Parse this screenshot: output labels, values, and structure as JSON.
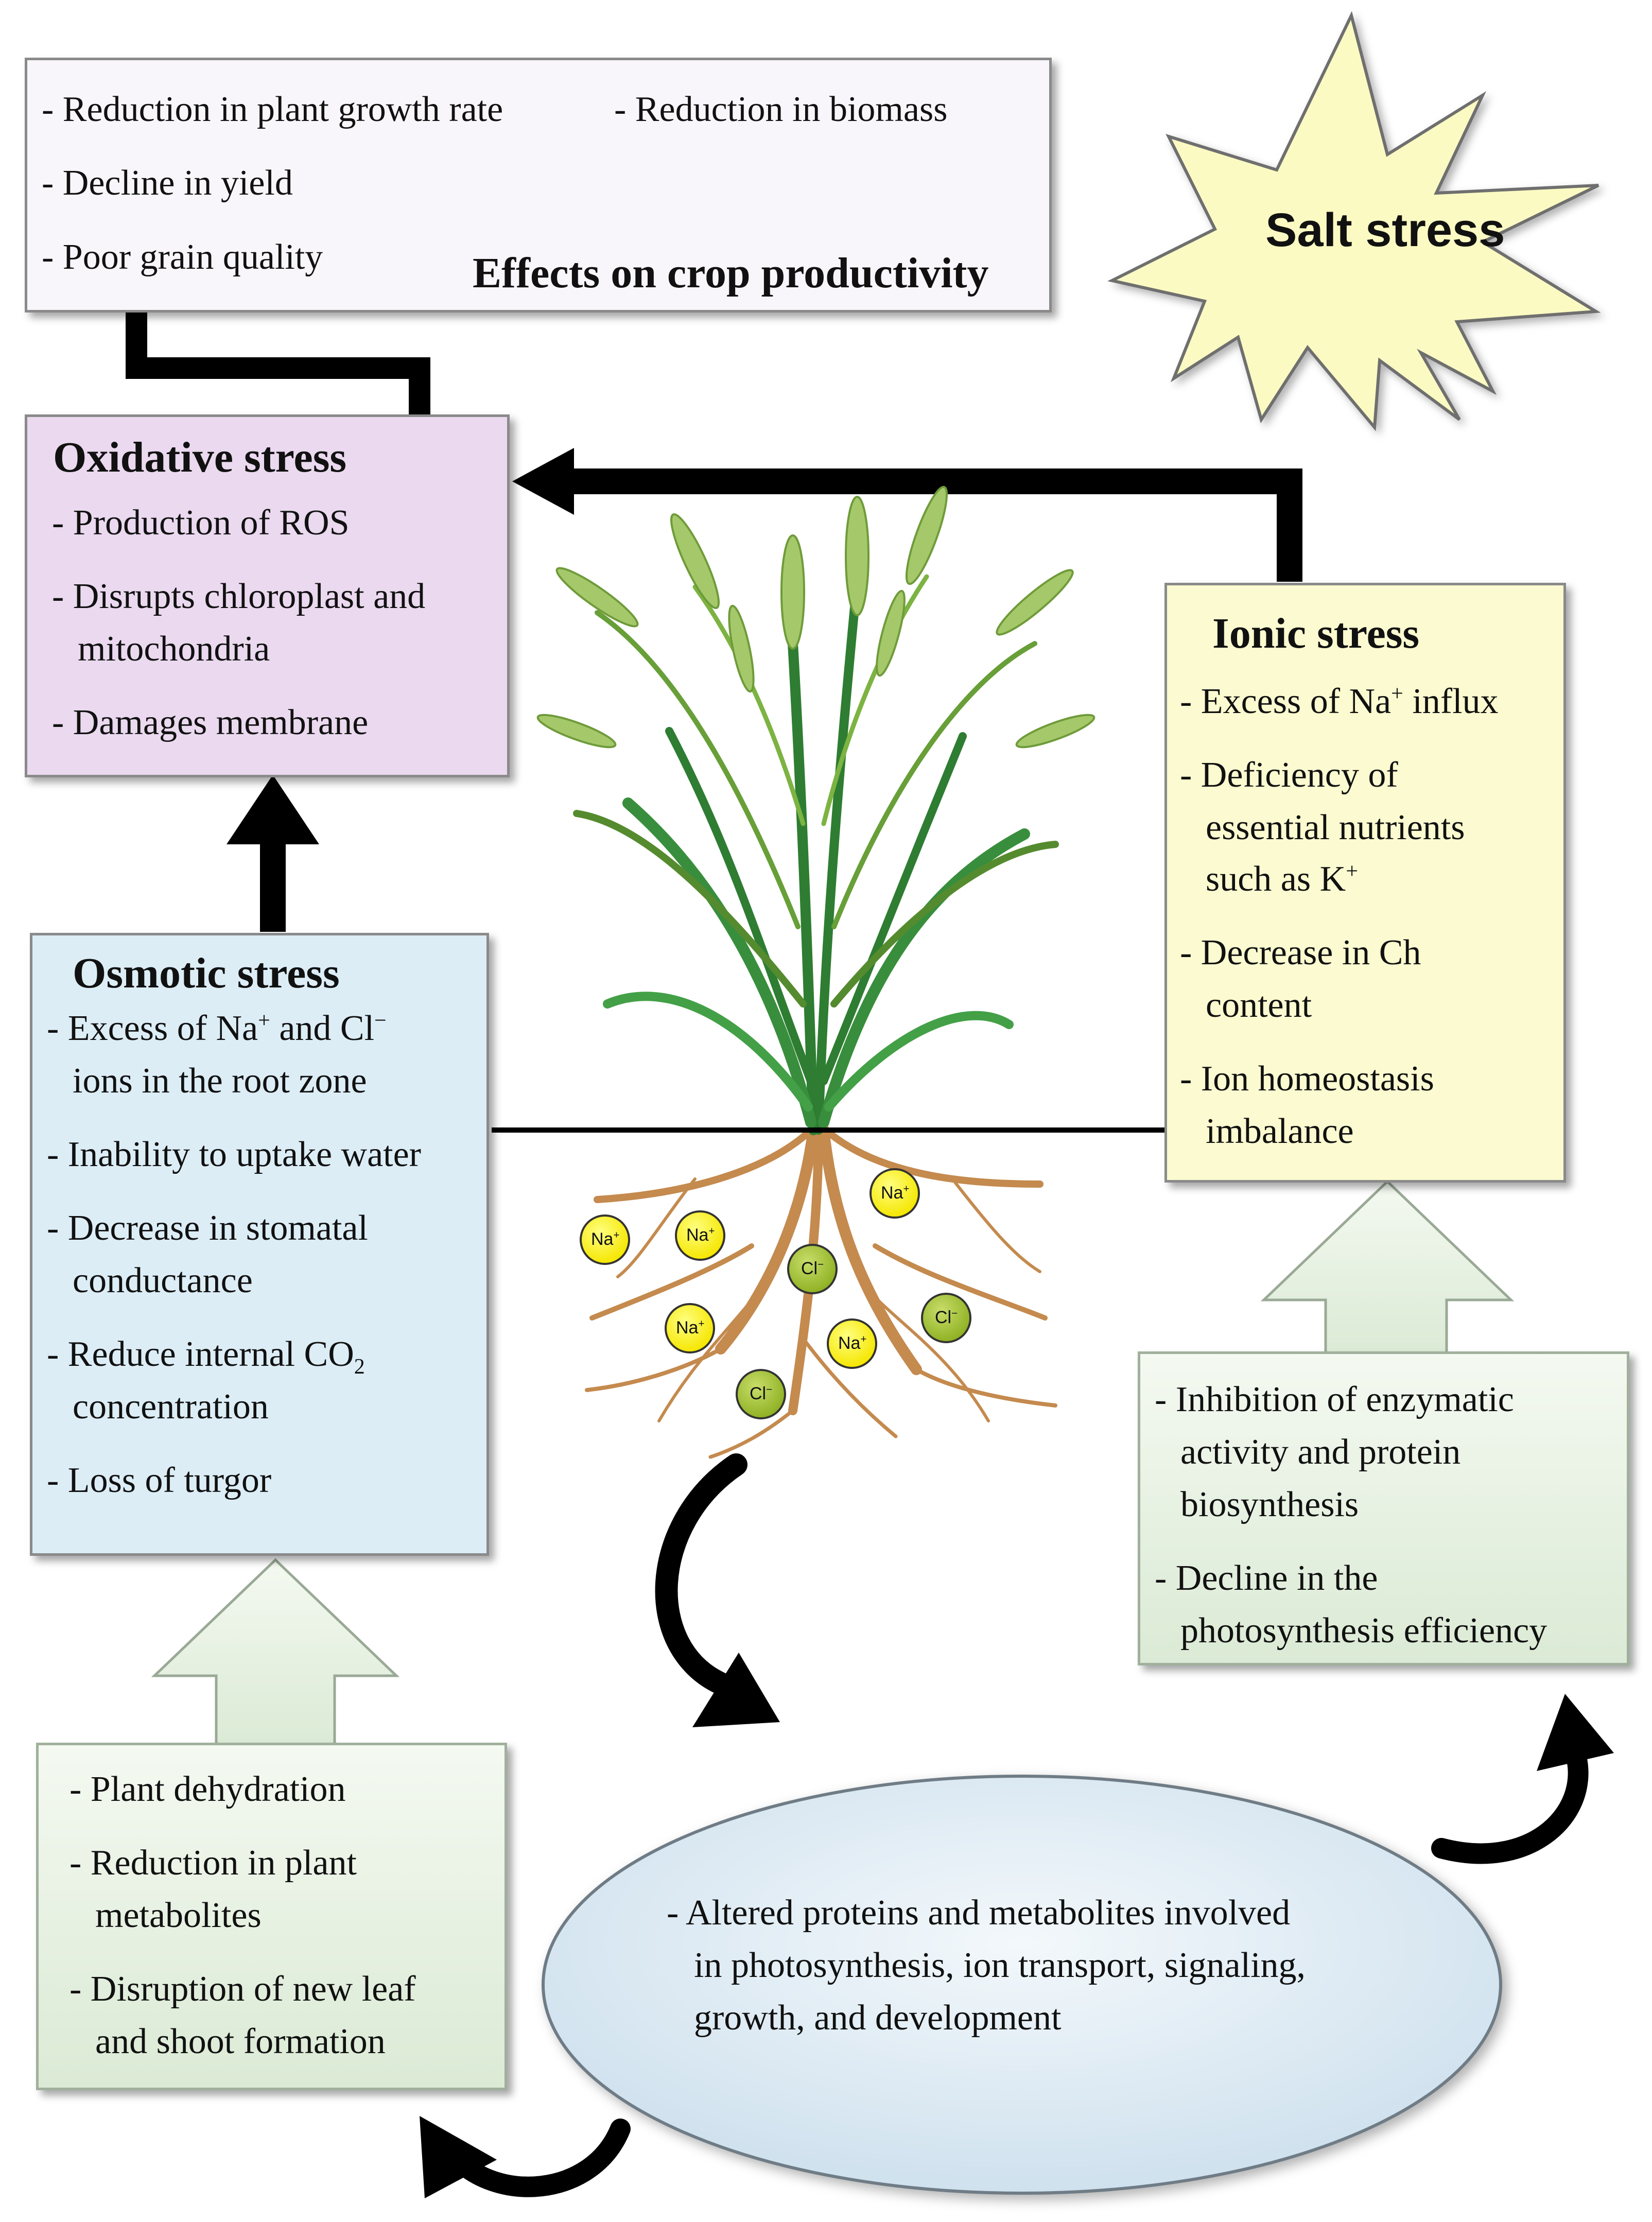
{
  "salt": {
    "label": "Salt stress"
  },
  "productivity": {
    "title": "Effects on crop productivity",
    "items": [
      "- Reduction in plant growth rate",
      "- Reduction in biomass",
      "- Decline in yield",
      "- Poor grain quality"
    ]
  },
  "oxidative": {
    "title": "Oxidative stress",
    "lines": [
      "- Production of ROS",
      "- Disrupts chloroplast and",
      "mitochondria",
      "- Damages membrane"
    ]
  },
  "ionic": {
    "title": "Ionic stress",
    "lines": [
      "- Excess of Na",
      "+",
      " influx",
      "- Deficiency of",
      "essential nutrients",
      "such as K",
      "+",
      "- Decrease in Ch",
      "content",
      "- Ion homeostasis",
      "imbalance"
    ]
  },
  "osmotic": {
    "title": "Osmotic stress",
    "lines": [
      "- Excess of Na",
      "+",
      " and Cl",
      "−",
      "ions in the root zone",
      "- Inability to uptake water",
      "- Decrease in stomatal",
      "conductance",
      "- Reduce internal CO",
      "2",
      "concentration",
      "- Loss of turgor"
    ]
  },
  "enzymatic": {
    "lines": [
      "- Inhibition of enzymatic",
      "activity and protein",
      "biosynthesis",
      "- Decline in the",
      "photosynthesis efficiency"
    ]
  },
  "dehydration": {
    "lines": [
      "- Plant dehydration",
      "- Reduction in plant",
      "metabolites",
      "- Disruption of new leaf",
      "and shoot formation"
    ]
  },
  "altered": {
    "lines": [
      "- Altered proteins and metabolites involved",
      "in photosynthesis, ion transport, signaling,",
      "growth, and development"
    ]
  },
  "ions": {
    "na": "Na",
    "cl": "Cl",
    "plus": "+",
    "minus": "−"
  },
  "colors": {
    "productivity": "#f8f6fa",
    "oxidative": "#ead9ef",
    "ionic": "#fbfad0",
    "osmotic": "#dcedf6",
    "green_box": "#e3efde",
    "ellipse": "#e2eef6",
    "star": "#fafac2",
    "na_ion": "#fff200",
    "cl_ion": "#9cbf2a"
  }
}
